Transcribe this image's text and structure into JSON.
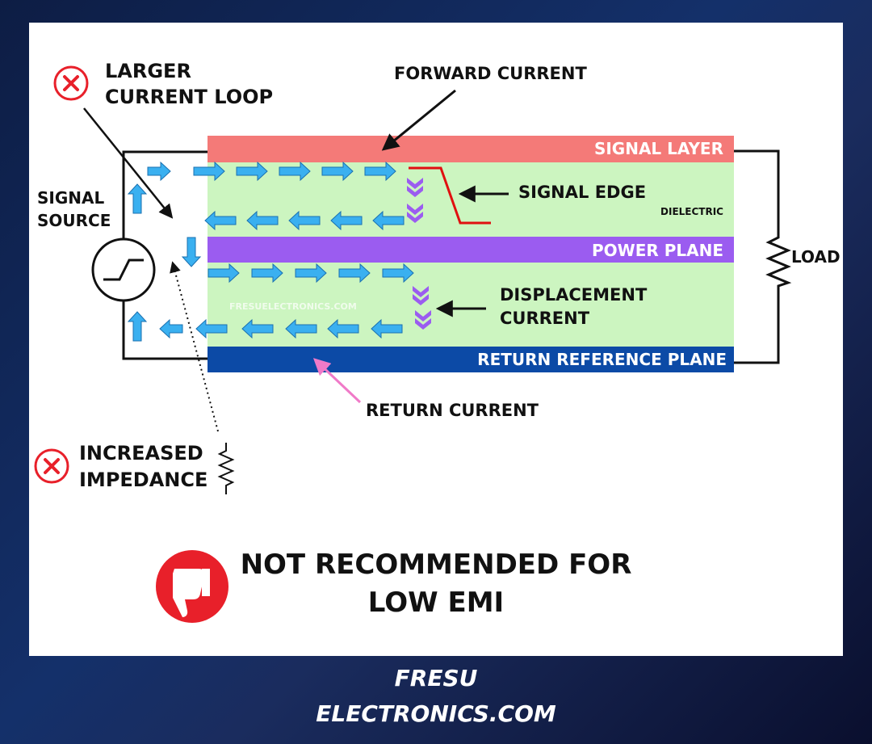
{
  "layers": {
    "signal": "SIGNAL LAYER",
    "dielectric": "DIELECTRIC",
    "power": "POWER PLANE",
    "return_ref": "RETURN REFERENCE PLANE"
  },
  "labels": {
    "larger_loop_line1": "LARGER",
    "larger_loop_line2": "CURRENT LOOP",
    "forward_current": "FORWARD CURRENT",
    "signal_source_line1": "SIGNAL",
    "signal_source_line2": "SOURCE",
    "signal_edge": "SIGNAL EDGE",
    "load": "LOAD",
    "displacement_line1": "DISPLACEMENT",
    "displacement_line2": "CURRENT",
    "watermark": "FRESUELECTRONICS.COM",
    "return_current": "RETURN CURRENT",
    "impedance_line1": "INCREASED",
    "impedance_line2": "IMPEDANCE"
  },
  "verdict": {
    "line1": "NOT RECOMMENDED FOR",
    "line2": "LOW EMI"
  },
  "footer": {
    "line1": "FRESU",
    "line2": "ELECTRONICS.COM"
  },
  "colors": {
    "signal_layer": "#f47a78",
    "dielectric": "#ccf5c0",
    "power_plane": "#9b5cf0",
    "return_plane": "#0c4aa6",
    "arrow": "#3ab0f0",
    "displacement": "#9b5cf0",
    "edge": "#e01010",
    "x_icon": "#e8202a",
    "return_pointer": "#f07ac8"
  },
  "icons": {
    "warning": "x-circle-icon",
    "verdict": "thumbs-down-icon",
    "source": "step-source-icon",
    "load": "resistor-icon"
  }
}
